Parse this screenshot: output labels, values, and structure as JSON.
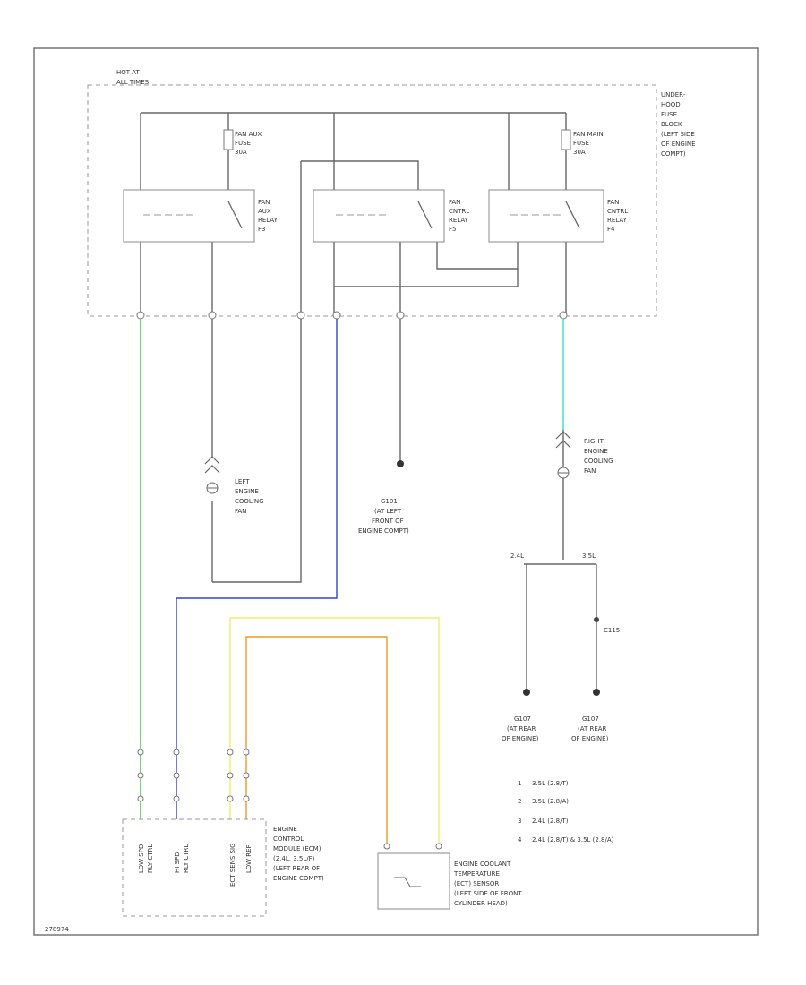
{
  "colors": {
    "wire_default": "#666666",
    "wire_green": "#33cc33",
    "wire_blue": "#3344cc",
    "wire_cyan": "#33dddd",
    "wire_yellow": "#eeee66",
    "wire_orange": "#ee9922"
  },
  "labels": {
    "hot_at": [
      "HOT AT",
      "ALL TIMES"
    ],
    "underhood_fuse_block": [
      "UNDER-",
      "HOOD",
      "FUSE",
      "BLOCK",
      "(LEFT SIDE",
      "OF ENGINE",
      "COMPT)"
    ],
    "fan_aux_fuse": [
      "FAN AUX",
      "FUSE",
      "30A"
    ],
    "fan_main_fuse": [
      "FAN MAIN",
      "FUSE",
      "30A"
    ],
    "fan_aux_relay": [
      "FAN",
      "AUX",
      "RELAY",
      "F3"
    ],
    "fan_cntrl_relay_mid": [
      "FAN",
      "CNTRL",
      "RELAY",
      "F5"
    ],
    "fan_cntrl_relay_right": [
      "FAN",
      "CNTRL",
      "RELAY",
      "F4"
    ],
    "left_fan": [
      "LEFT",
      "ENGINE",
      "COOLING",
      "FAN"
    ],
    "right_fan": [
      "RIGHT",
      "ENGINE",
      "COOLING",
      "FAN"
    ],
    "ground_front": [
      "G101",
      "(AT LEFT",
      "FRONT OF",
      "ENGINE COMPT)"
    ],
    "ground_rear_left": [
      "G107",
      "(AT REAR",
      "OF ENGINE)"
    ],
    "ground_rear_right": [
      "G107",
      "(AT REAR",
      "OF ENGINE)"
    ],
    "engine_24": "2.4L",
    "engine_35": "3.5L",
    "splice_c115": "C115",
    "ecm": [
      "ENGINE",
      "CONTROL",
      "MODULE (ECM)",
      "(2.4L, 3.5L/F)",
      "(LEFT REAR OF",
      "ENGINE COMPT)"
    ],
    "ect_sensor": [
      "ENGINE COOLANT",
      "TEMPERATURE",
      "(ECT) SENSOR",
      "(LEFT SIDE OF FRONT",
      "CYLINDER HEAD)"
    ],
    "ecm_pins": [
      "LOW SPD",
      "RLY CTRL",
      "HI SPD",
      "RLY CTRL",
      "ECT SENS SIG",
      "LOW REF"
    ],
    "legend": [
      {
        "mark": "1",
        "text": "3.5L (2.8/T)"
      },
      {
        "mark": "2",
        "text": "3.5L (2.8/A)"
      },
      {
        "mark": "3",
        "text": "2.4L (2.8/T)"
      },
      {
        "mark": "4",
        "text": "2.4L (2.8/T) & 3.5L (2.8/A)"
      }
    ],
    "page_code": "278974"
  }
}
